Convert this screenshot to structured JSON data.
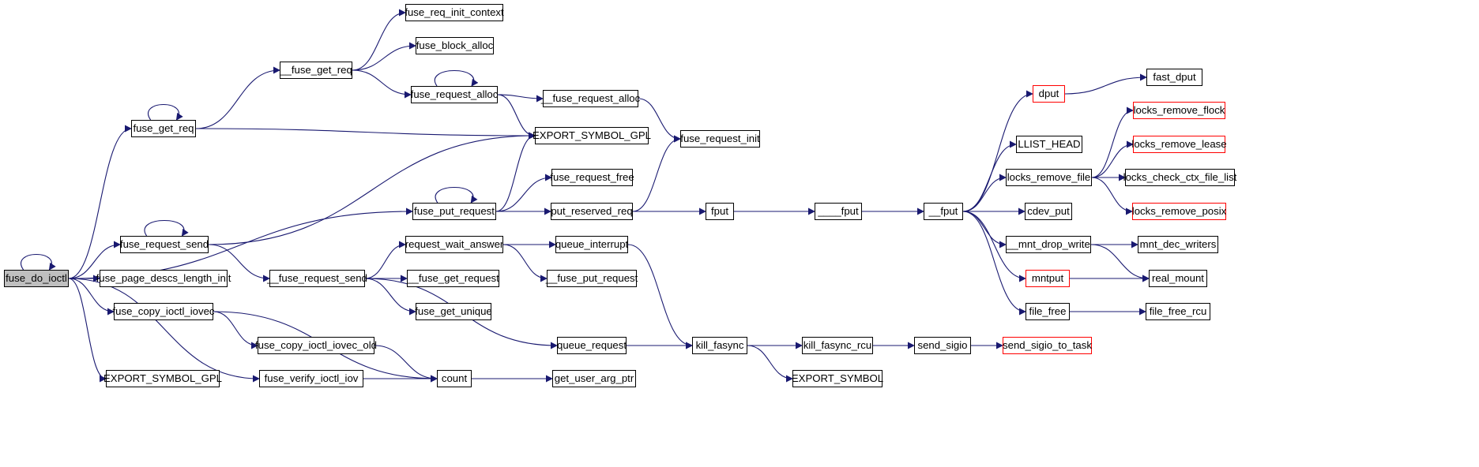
{
  "colors": {
    "edge": "#191970",
    "border": "#000000",
    "truncated_border": "#ff0000",
    "focus_fill": "#bfbfbf"
  },
  "nodes": {
    "fuse_do_ioctl": {
      "label": "fuse_do_ioctl",
      "focus": true
    },
    "fuse_get_req": {
      "label": "fuse_get_req"
    },
    "fuse_request_send": {
      "label": "fuse_request_send"
    },
    "fuse_page_descs_length_init": {
      "label": "fuse_page_descs_length_init"
    },
    "fuse_copy_ioctl_iovec": {
      "label": "fuse_copy_ioctl_iovec"
    },
    "export_symbol_gpl_left": {
      "label": "EXPORT_SYMBOL_GPL"
    },
    "fuse_verify_ioctl_iov": {
      "label": "fuse_verify_ioctl_iov"
    },
    "fuse_copy_ioctl_iovec_old": {
      "label": "fuse_copy_ioctl_iovec_old"
    },
    "count": {
      "label": "count"
    },
    "get_user_arg_ptr": {
      "label": "get_user_arg_ptr"
    },
    "fuse_get_req_underscore": {
      "label": "__fuse_get_req"
    },
    "fuse_req_init_context": {
      "label": "fuse_req_init_context"
    },
    "fuse_block_alloc": {
      "label": "fuse_block_alloc"
    },
    "fuse_request_alloc": {
      "label": "fuse_request_alloc"
    },
    "fuse_request_alloc_underscore": {
      "label": "__fuse_request_alloc"
    },
    "export_symbol_gpl_mid": {
      "label": "EXPORT_SYMBOL_GPL"
    },
    "fuse_request_init": {
      "label": "fuse_request_init"
    },
    "fuse_put_request": {
      "label": "fuse_put_request"
    },
    "fuse_request_free": {
      "label": "fuse_request_free"
    },
    "put_reserved_req": {
      "label": "put_reserved_req"
    },
    "fuse_request_send_underscore": {
      "label": "__fuse_request_send"
    },
    "request_wait_answer": {
      "label": "request_wait_answer"
    },
    "fuse_get_request_underscore": {
      "label": "__fuse_get_request"
    },
    "fuse_get_unique": {
      "label": "fuse_get_unique"
    },
    "queue_interrupt": {
      "label": "queue_interrupt"
    },
    "fuse_put_request_underscore": {
      "label": "__fuse_put_request"
    },
    "queue_request": {
      "label": "queue_request"
    },
    "kill_fasync": {
      "label": "kill_fasync"
    },
    "kill_fasync_rcu": {
      "label": "kill_fasync_rcu"
    },
    "export_symbol": {
      "label": "EXPORT_SYMBOL"
    },
    "send_sigio": {
      "label": "send_sigio"
    },
    "send_sigio_to_task": {
      "label": "send_sigio_to_task",
      "truncated": true
    },
    "fput": {
      "label": "fput"
    },
    "fput_4": {
      "label": "____fput"
    },
    "fput_2": {
      "label": "__fput"
    },
    "dput": {
      "label": "dput",
      "truncated": true
    },
    "fast_dput": {
      "label": "fast_dput"
    },
    "llist_head": {
      "label": "LLIST_HEAD"
    },
    "locks_remove_file": {
      "label": "locks_remove_file"
    },
    "cdev_put": {
      "label": "cdev_put"
    },
    "mnt_drop_write": {
      "label": "__mnt_drop_write"
    },
    "mntput": {
      "label": "mntput",
      "truncated": true
    },
    "file_free": {
      "label": "file_free"
    },
    "locks_remove_flock": {
      "label": "locks_remove_flock",
      "truncated": true
    },
    "locks_remove_lease": {
      "label": "locks_remove_lease",
      "truncated": true
    },
    "locks_check_ctx_file_list": {
      "label": "locks_check_ctx_file_list"
    },
    "locks_remove_posix": {
      "label": "locks_remove_posix",
      "truncated": true
    },
    "mnt_dec_writers": {
      "label": "mnt_dec_writers"
    },
    "real_mount": {
      "label": "real_mount"
    },
    "file_free_rcu": {
      "label": "file_free_rcu"
    }
  },
  "edges": [
    [
      "fuse_do_ioctl",
      "fuse_do_ioctl"
    ],
    [
      "fuse_do_ioctl",
      "fuse_get_req"
    ],
    [
      "fuse_do_ioctl",
      "fuse_put_request"
    ],
    [
      "fuse_do_ioctl",
      "fuse_request_send"
    ],
    [
      "fuse_do_ioctl",
      "fuse_page_descs_length_init"
    ],
    [
      "fuse_do_ioctl",
      "fuse_copy_ioctl_iovec"
    ],
    [
      "fuse_do_ioctl",
      "export_symbol_gpl_left"
    ],
    [
      "fuse_do_ioctl",
      "fuse_verify_ioctl_iov"
    ],
    [
      "fuse_get_req",
      "fuse_get_req"
    ],
    [
      "fuse_get_req",
      "fuse_get_req_underscore"
    ],
    [
      "fuse_get_req",
      "export_symbol_gpl_mid"
    ],
    [
      "fuse_request_send",
      "fuse_request_send"
    ],
    [
      "fuse_request_send",
      "export_symbol_gpl_mid"
    ],
    [
      "fuse_request_send",
      "fuse_request_send_underscore"
    ],
    [
      "fuse_copy_ioctl_iovec",
      "fuse_copy_ioctl_iovec_old"
    ],
    [
      "fuse_copy_ioctl_iovec",
      "count"
    ],
    [
      "fuse_copy_ioctl_iovec_old",
      "count"
    ],
    [
      "fuse_verify_ioctl_iov",
      "count"
    ],
    [
      "count",
      "get_user_arg_ptr"
    ],
    [
      "fuse_get_req_underscore",
      "fuse_req_init_context"
    ],
    [
      "fuse_get_req_underscore",
      "fuse_block_alloc"
    ],
    [
      "fuse_get_req_underscore",
      "fuse_request_alloc"
    ],
    [
      "fuse_request_alloc",
      "fuse_request_alloc"
    ],
    [
      "fuse_request_alloc",
      "fuse_request_alloc_underscore"
    ],
    [
      "fuse_request_alloc",
      "export_symbol_gpl_mid"
    ],
    [
      "fuse_request_alloc_underscore",
      "fuse_request_init"
    ],
    [
      "fuse_put_request",
      "fuse_put_request"
    ],
    [
      "fuse_put_request",
      "export_symbol_gpl_mid"
    ],
    [
      "fuse_put_request",
      "fuse_request_free"
    ],
    [
      "fuse_put_request",
      "put_reserved_req"
    ],
    [
      "put_reserved_req",
      "fuse_request_init"
    ],
    [
      "put_reserved_req",
      "fput"
    ],
    [
      "fuse_request_send_underscore",
      "request_wait_answer"
    ],
    [
      "fuse_request_send_underscore",
      "fuse_get_request_underscore"
    ],
    [
      "fuse_request_send_underscore",
      "fuse_get_unique"
    ],
    [
      "fuse_request_send_underscore",
      "queue_request"
    ],
    [
      "request_wait_answer",
      "queue_interrupt"
    ],
    [
      "request_wait_answer",
      "fuse_put_request_underscore"
    ],
    [
      "queue_interrupt",
      "kill_fasync"
    ],
    [
      "queue_request",
      "kill_fasync"
    ],
    [
      "kill_fasync",
      "kill_fasync_rcu"
    ],
    [
      "kill_fasync",
      "export_symbol"
    ],
    [
      "kill_fasync_rcu",
      "send_sigio"
    ],
    [
      "send_sigio",
      "send_sigio_to_task"
    ],
    [
      "fput",
      "fput_4"
    ],
    [
      "fput_4",
      "fput_2"
    ],
    [
      "fput_2",
      "dput"
    ],
    [
      "fput_2",
      "llist_head"
    ],
    [
      "fput_2",
      "locks_remove_file"
    ],
    [
      "fput_2",
      "cdev_put"
    ],
    [
      "fput_2",
      "mnt_drop_write"
    ],
    [
      "fput_2",
      "mntput"
    ],
    [
      "fput_2",
      "file_free"
    ],
    [
      "dput",
      "fast_dput"
    ],
    [
      "locks_remove_file",
      "locks_remove_flock"
    ],
    [
      "locks_remove_file",
      "locks_remove_lease"
    ],
    [
      "locks_remove_file",
      "locks_check_ctx_file_list"
    ],
    [
      "locks_remove_file",
      "locks_remove_posix"
    ],
    [
      "mnt_drop_write",
      "mnt_dec_writers"
    ],
    [
      "mnt_drop_write",
      "real_mount"
    ],
    [
      "mntput",
      "real_mount"
    ],
    [
      "file_free",
      "file_free_rcu"
    ]
  ]
}
